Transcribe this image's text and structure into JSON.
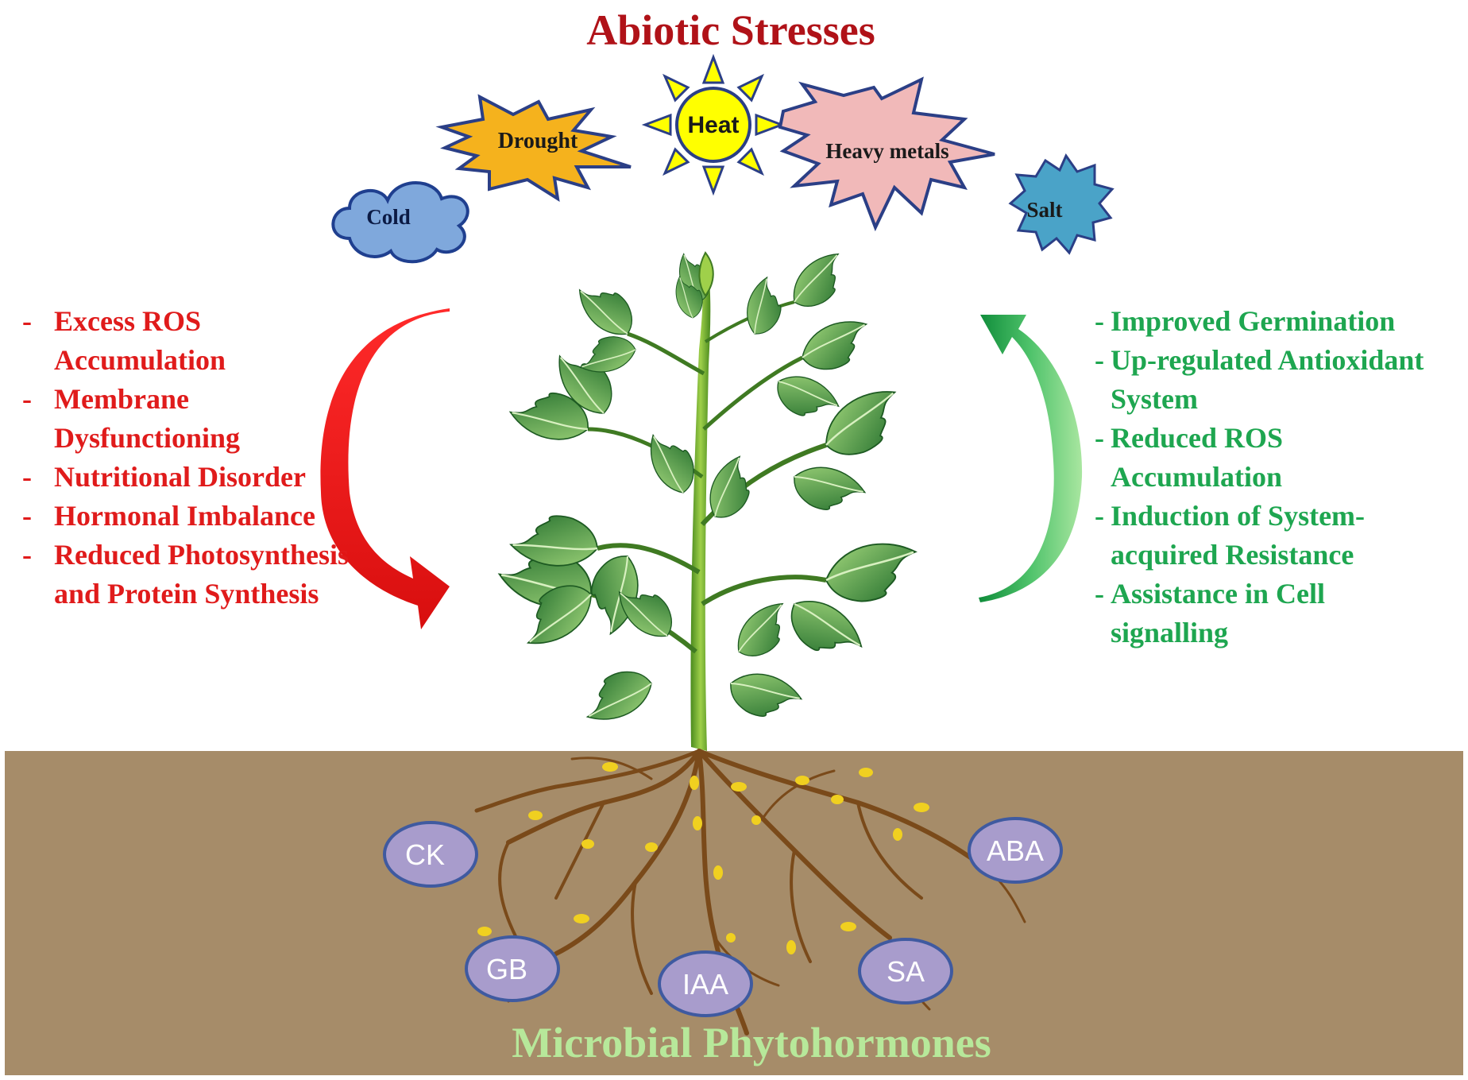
{
  "title": "Abiotic Stresses",
  "stresses": {
    "cold": "Cold",
    "drought": "Drought",
    "heat": "Heat",
    "heavy_metals": "Heavy metals",
    "salt": "Salt"
  },
  "negative_effects": [
    "Excess ROS Accumulation",
    "Membrane Dysfunctioning",
    "Nutritional Disorder",
    "Hormonal Imbalance",
    "Reduced Photosynthesis and Protein Synthesis"
  ],
  "positive_effects": [
    "Improved Germination",
    "Up-regulated Antioxidant System",
    "Reduced ROS Accumulation",
    "Induction of System-acquired Resistance",
    "Assistance in Cell signalling"
  ],
  "hormones": {
    "ck": "CK",
    "aba": "ABA",
    "gb": "GB",
    "iaa": "IAA",
    "sa": "SA"
  },
  "bottom_label": "Microbial Phytohormones",
  "colors": {
    "title": "#b01218",
    "negative": "#e01b1b",
    "positive": "#1ea650",
    "soil": "#a68c69",
    "hormone_fill": "#a89ccc",
    "hormone_stroke": "#3f5aa0",
    "bottom_label": "#b7e89a",
    "cold_fill": "#7fa8dc",
    "drought_fill": "#f5b21d",
    "heat_fill": "#ffff00",
    "heavy_metals_fill": "#f1b9b9",
    "salt_fill": "#4aa3c8"
  }
}
